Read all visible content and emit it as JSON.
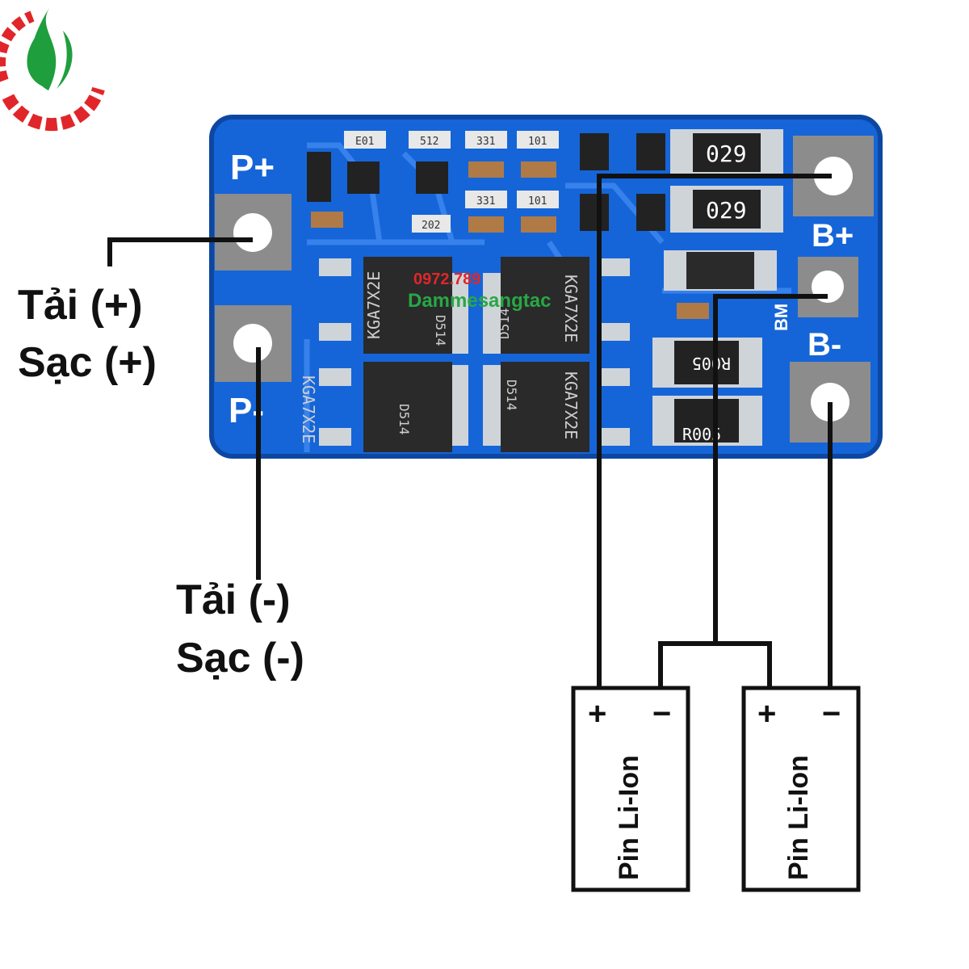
{
  "labels": {
    "load_pos": "Tải  (+)",
    "charge_pos": "Sạc (+)",
    "load_neg": "Tải  (-)",
    "charge_neg": "Sạc (-)"
  },
  "pcb": {
    "p_plus": "P+",
    "p_minus": "P-",
    "b_plus": "B+",
    "b_minus": "B-",
    "bm": "BM",
    "shunt_top": "029",
    "shunt_mid": "029",
    "sense_top": "R005",
    "sense_bottom": "R005",
    "mosfet_part": "KGA7X2E",
    "mosfet_code": "D514",
    "smd_codes": [
      "E01",
      "512",
      "331",
      "101",
      "202",
      "331",
      "101"
    ]
  },
  "watermark": {
    "phone": "0972.789",
    "site": "Dammesangtac"
  },
  "batteries": [
    {
      "label": "Pin Li-Ion",
      "plus": "+",
      "minus": "−"
    },
    {
      "label": "Pin Li-Ion",
      "plus": "+",
      "minus": "−"
    }
  ],
  "colors": {
    "pcb_blue": "#1565d8",
    "pcb_dark": "#0d47a1",
    "pad_grey": "#8c8c8c",
    "logo_green": "#1f9e3d",
    "logo_red": "#e0262a",
    "wire": "#111111"
  },
  "icons": [
    "flame-gear-logo-icon"
  ]
}
